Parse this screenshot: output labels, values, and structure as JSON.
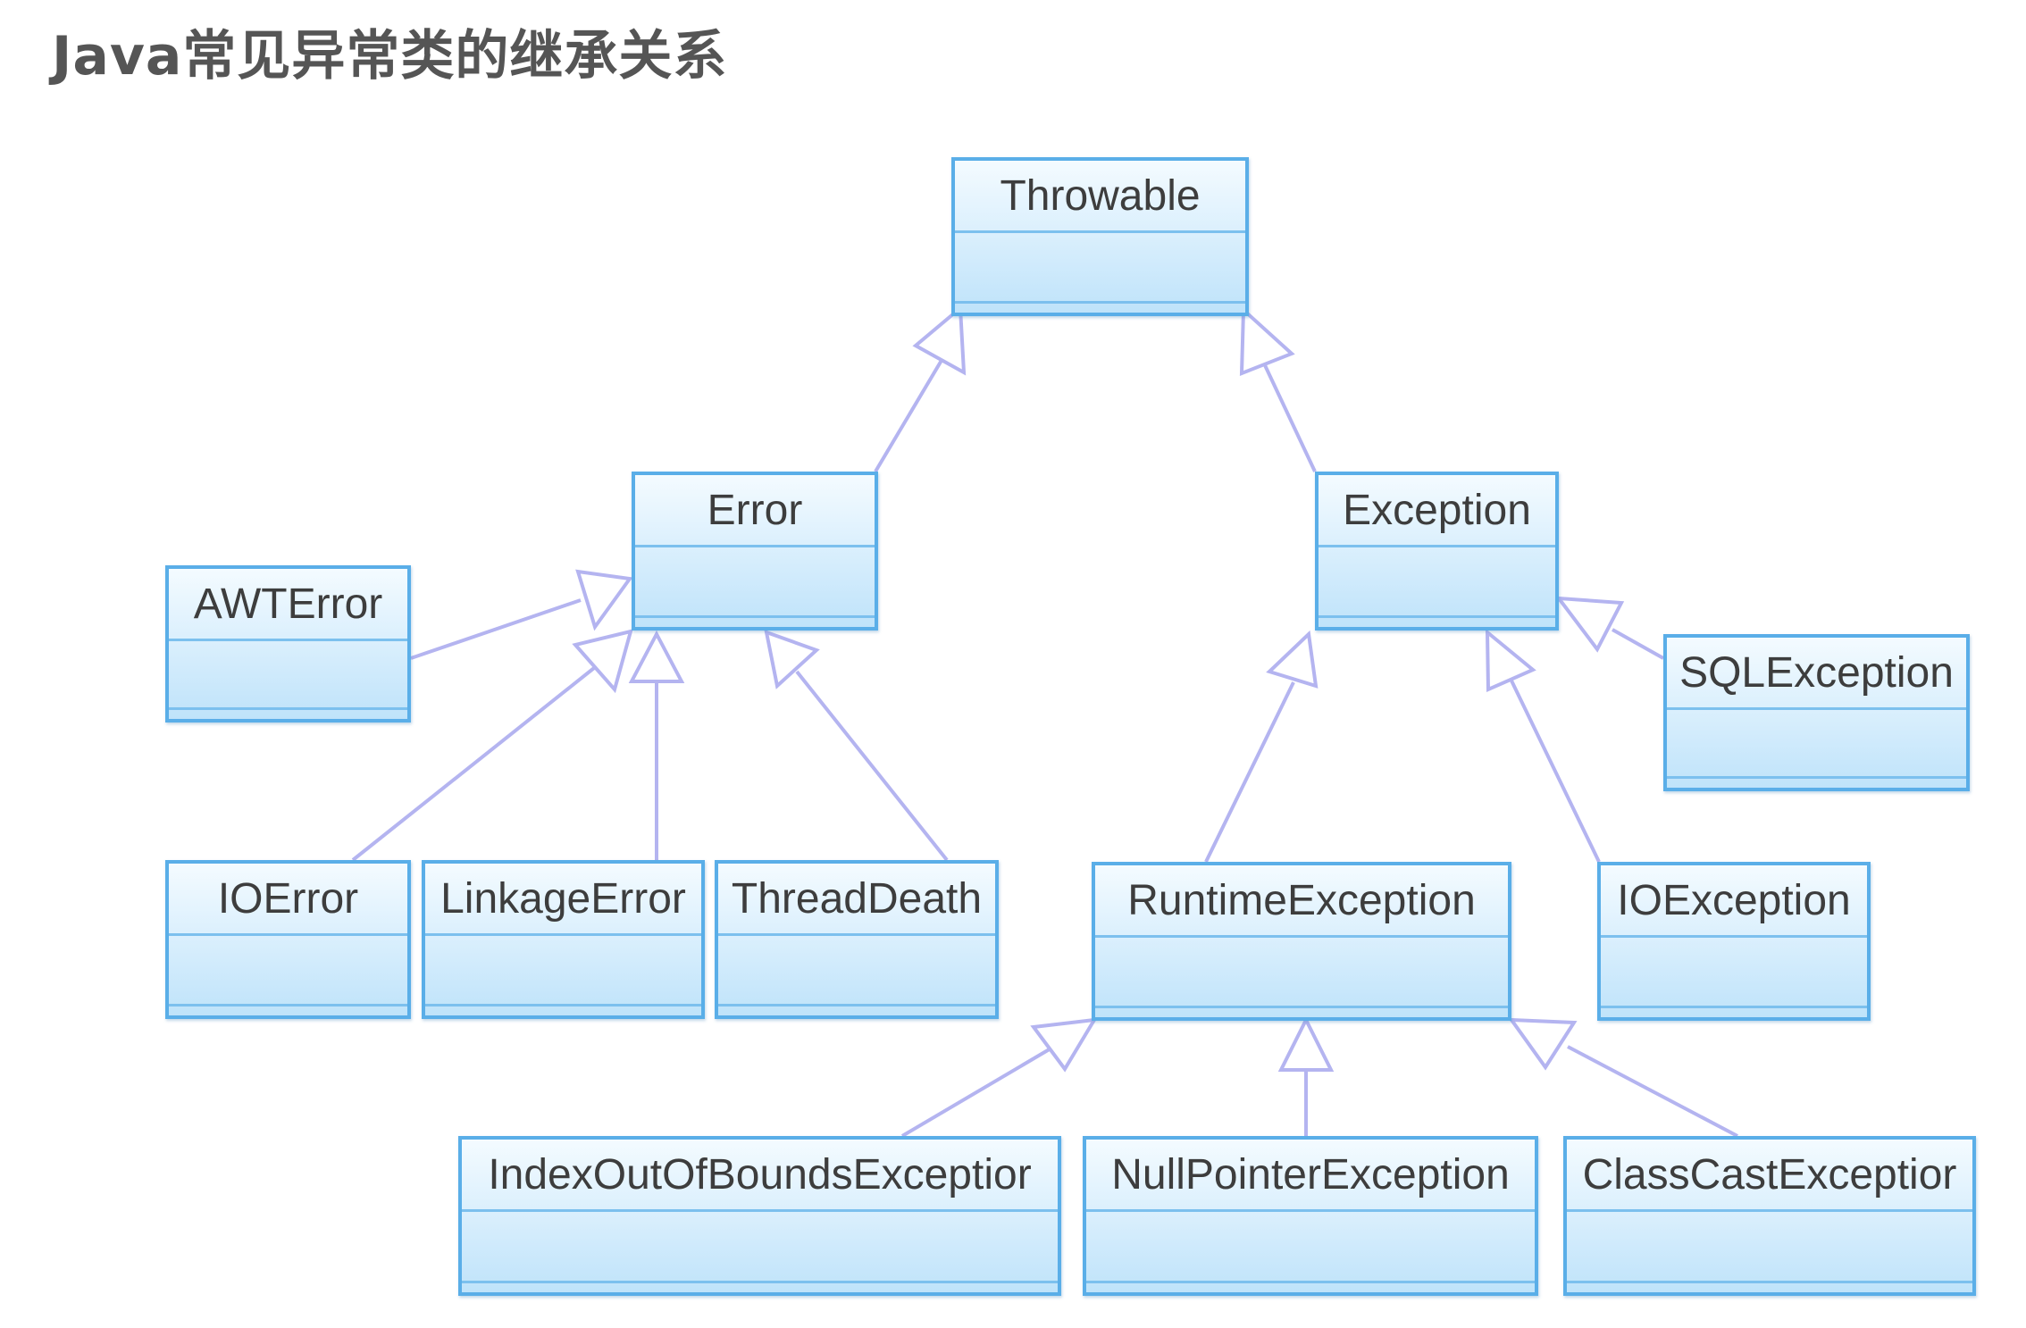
{
  "title": "Java常见异常类的继承关系",
  "classes": {
    "throwable": "Throwable",
    "error": "Error",
    "exception": "Exception",
    "awt_error": "AWTError",
    "sql_exception": "SQLException",
    "io_error": "IOError",
    "linkage_error": "LinkageError",
    "thread_death": "ThreadDeath",
    "runtime_exception": "RuntimeException",
    "io_exception": "IOException",
    "index_out_of_bounds_exception": "IndexOutOfBoundsExceptior",
    "null_pointer_exception": "NullPointerException",
    "class_cast_exception": "ClassCastExceptior"
  },
  "inheritance": [
    {
      "child": "Error",
      "parent": "Throwable"
    },
    {
      "child": "Exception",
      "parent": "Throwable"
    },
    {
      "child": "AWTError",
      "parent": "Error"
    },
    {
      "child": "IOError",
      "parent": "Error"
    },
    {
      "child": "LinkageError",
      "parent": "Error"
    },
    {
      "child": "ThreadDeath",
      "parent": "Error"
    },
    {
      "child": "RuntimeException",
      "parent": "Exception"
    },
    {
      "child": "IOException",
      "parent": "Exception"
    },
    {
      "child": "SQLException",
      "parent": "Exception"
    },
    {
      "child": "IndexOutOfBoundsExceptior",
      "parent": "RuntimeException"
    },
    {
      "child": "NullPointerException",
      "parent": "RuntimeException"
    },
    {
      "child": "ClassCastExceptior",
      "parent": "RuntimeException"
    }
  ],
  "colors": {
    "box_border": "#5aaee8",
    "box_fill": "#d6eefc",
    "edge": "#b4b4f0",
    "title_text": "#555555"
  }
}
